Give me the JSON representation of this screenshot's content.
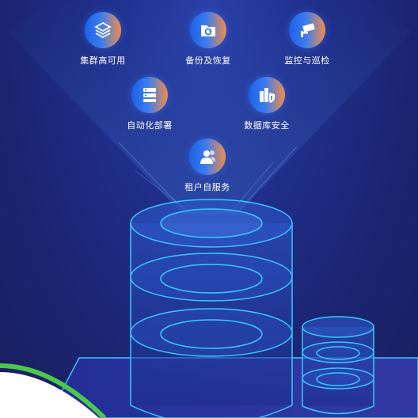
{
  "features": [
    {
      "id": "cluster",
      "label": "集群高可用",
      "icon": "layers-icon"
    },
    {
      "id": "backup",
      "label": "备份及恢复",
      "icon": "folder-restore-icon"
    },
    {
      "id": "monitor",
      "label": "监控与巡检",
      "icon": "camera-icon"
    },
    {
      "id": "deploy",
      "label": "自动化部署",
      "icon": "server-rack-icon"
    },
    {
      "id": "dbsec",
      "label": "数据库安全",
      "icon": "shield-building-icon"
    },
    {
      "id": "tenant",
      "label": "租户自服务",
      "icon": "user-group-icon"
    }
  ],
  "colors": {
    "accent_blue": "#1c62e6",
    "accent_orange": "#f08d4a",
    "cyan": "#39c8ff",
    "green": "#4cc84a"
  }
}
